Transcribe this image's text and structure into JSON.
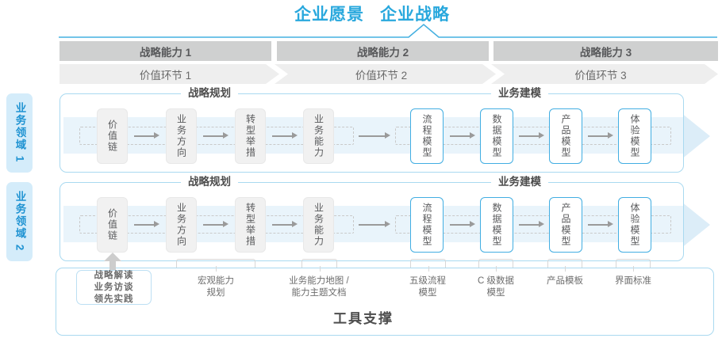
{
  "header": {
    "vision": "企业愿景",
    "strategy": "企业战略"
  },
  "capabilities": [
    {
      "label": "战略能力 1"
    },
    {
      "label": "战略能力 2"
    },
    {
      "label": "战略能力 3"
    }
  ],
  "value_links": [
    {
      "label": "价值环节 1"
    },
    {
      "label": "价值环节 2"
    },
    {
      "label": "价值环节 3"
    }
  ],
  "domains": [
    {
      "label": "业务领域 1"
    },
    {
      "label": "业务领域 2"
    }
  ],
  "groups": {
    "planning": "战略规划",
    "modeling": "业务建模"
  },
  "steps": [
    {
      "label": "价值链",
      "style": "gray"
    },
    {
      "label": "业务方向",
      "style": "gray"
    },
    {
      "label": "转型举措",
      "style": "gray"
    },
    {
      "label": "业务能力",
      "style": "gray"
    },
    {
      "label": "流程模型",
      "style": "blue"
    },
    {
      "label": "数据模型",
      "style": "blue"
    },
    {
      "label": "产品模型",
      "style": "blue"
    },
    {
      "label": "体验模型",
      "style": "blue"
    }
  ],
  "tools": {
    "first_box": {
      "line1": "战略解读",
      "line2": "业务访谈",
      "line3": "领先实践"
    },
    "labels": [
      {
        "line1": "宏观能力",
        "line2": "规划"
      },
      {
        "line1": "业务能力地图 /",
        "line2": "能力主题文档"
      },
      {
        "line1": "五级流程",
        "line2": "模型"
      },
      {
        "line1": "C 级数据",
        "line2": "模型"
      },
      {
        "line1": "产品模板",
        "line2": ""
      },
      {
        "line1": "界面标准",
        "line2": ""
      }
    ],
    "footer": "工具支撑"
  },
  "colors": {
    "accent": "#29a8dd",
    "panel_border": "#a9d9f0",
    "bar_dark": "#cfd0d0",
    "bar_light": "#eeeeee",
    "box_gray": "#f1f1f1",
    "box_blue_border": "#42aee2",
    "band": "#e9f4fb",
    "text": "#595959"
  }
}
